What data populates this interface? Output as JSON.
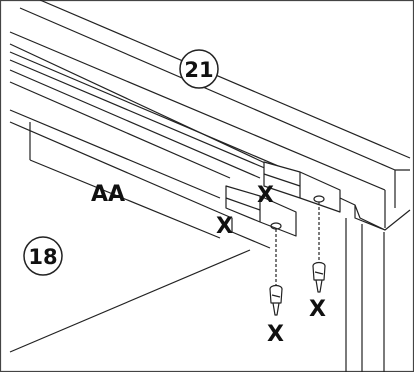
{
  "callouts": {
    "part_21": "21",
    "part_18": "18"
  },
  "labels": {
    "rail_label": "AA",
    "x_bracket_upper": "X",
    "x_bracket_lower": "X",
    "x_screw_right": "X",
    "x_screw_left": "X"
  },
  "colors": {
    "line": "#222222",
    "paper": "#ffffff"
  }
}
